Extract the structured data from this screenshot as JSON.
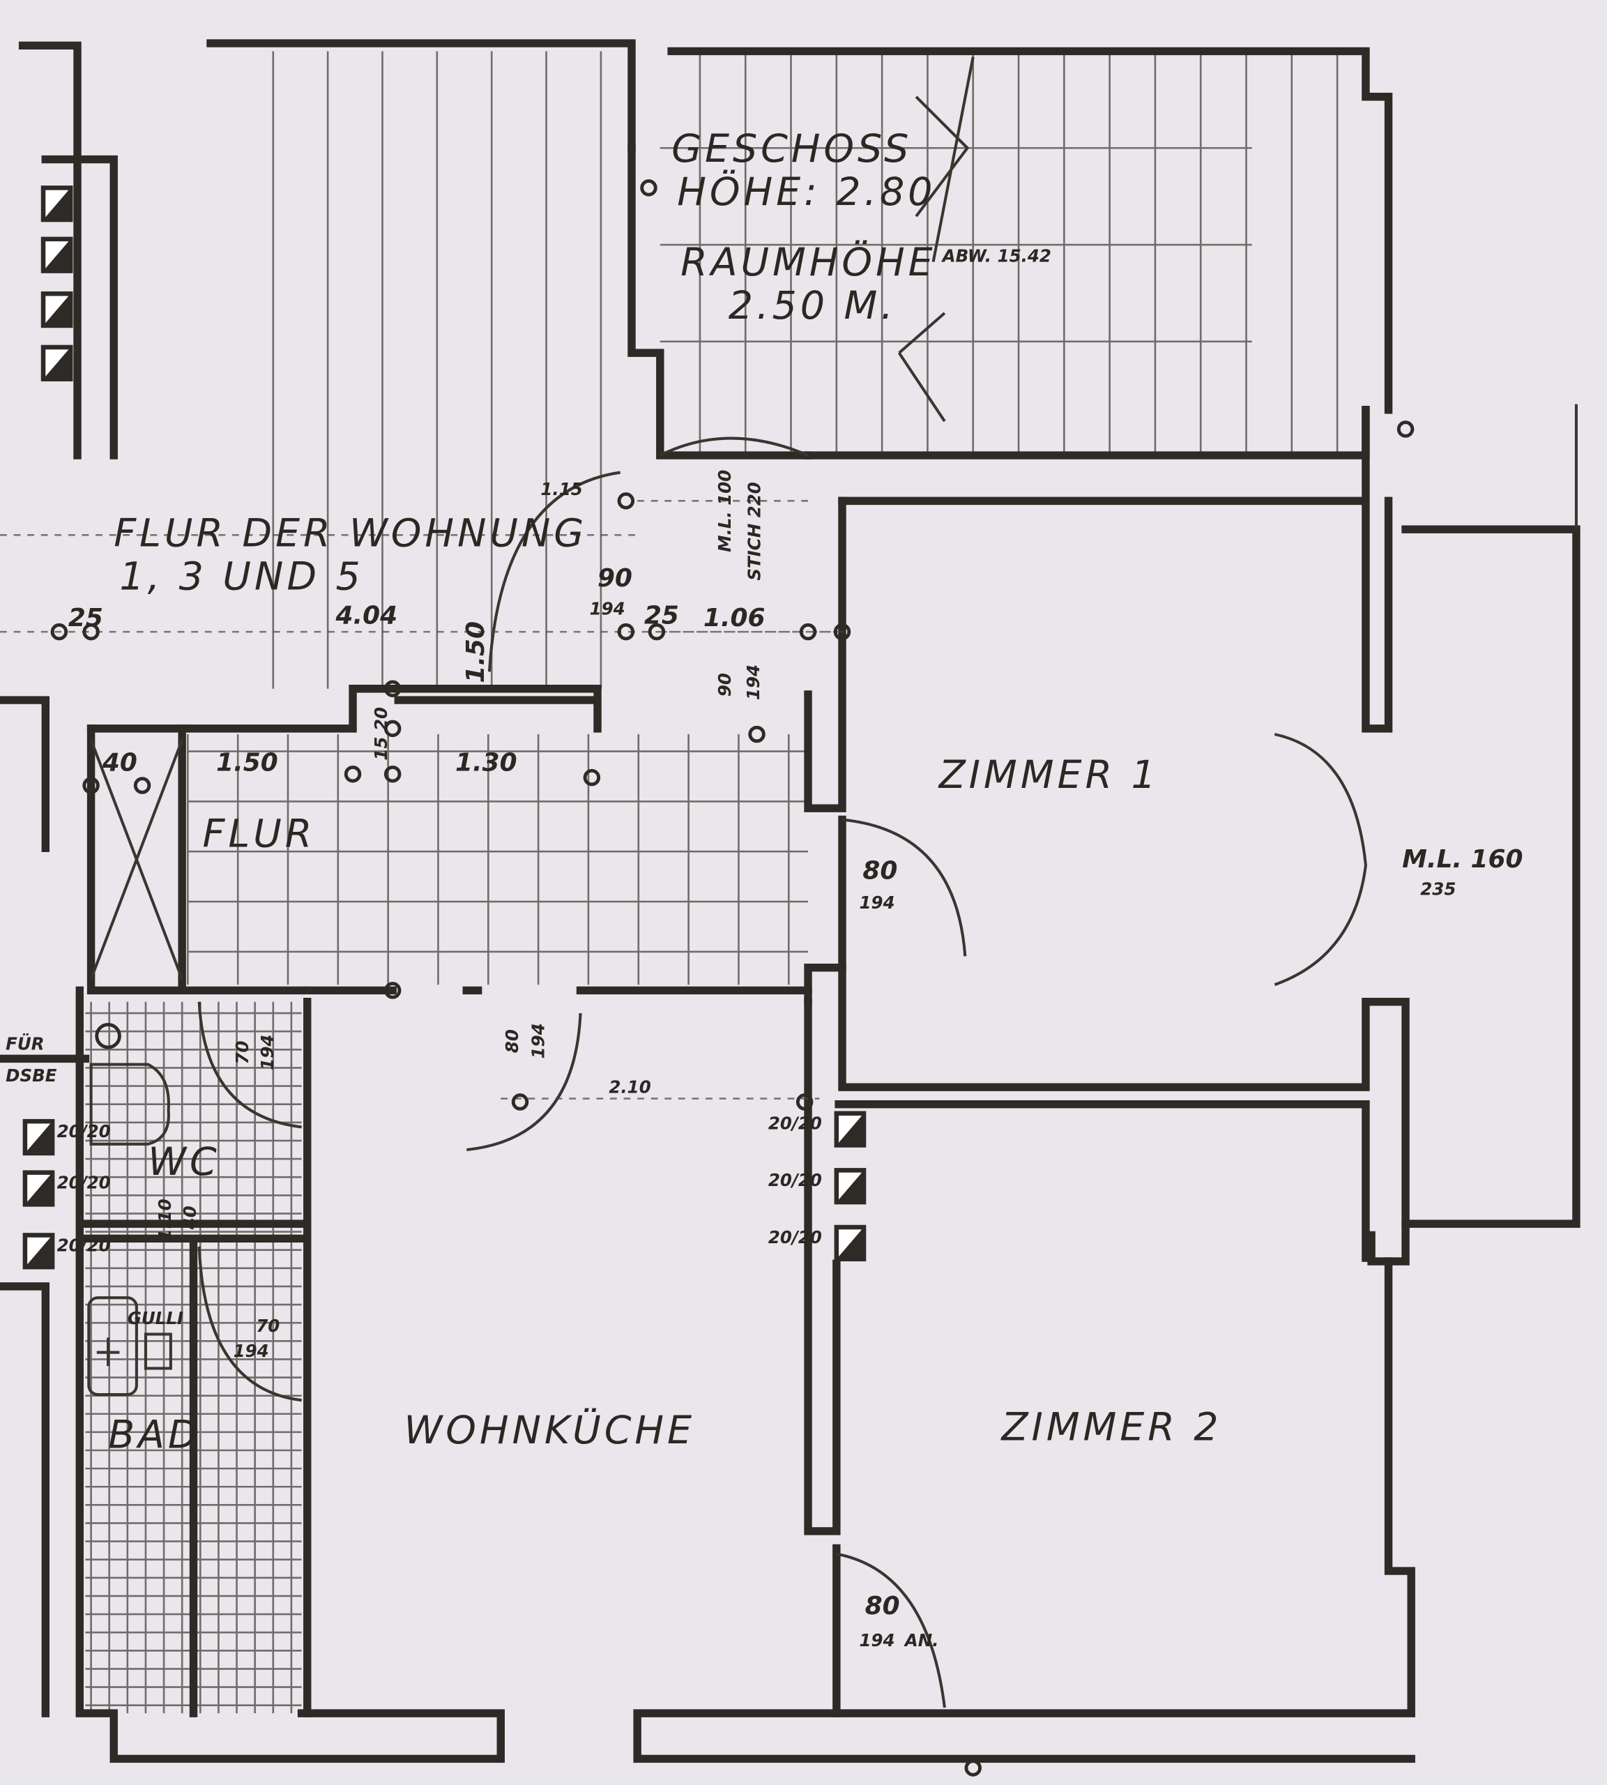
{
  "plan": {
    "stair": {
      "floor_height": [
        "GESCHOSS",
        "HÖHE: 2.80"
      ],
      "room_height": [
        "RAUMHÖHE",
        "2.50 M."
      ],
      "abw": "ABW. 15.42",
      "window_note": [
        "M.L. 100",
        "STICH 220"
      ]
    },
    "rooms": {
      "hall_shared": [
        "FLUR DER WOHNUNG",
        "1, 3 UND 5"
      ],
      "hall": "FLUR",
      "room1": "ZIMMER 1",
      "room2": "ZIMMER 2",
      "kitchen": "WOHNKÜCHE",
      "wc": "WC",
      "bath": "BAD",
      "drain": "GULLI",
      "flue_note": [
        "FÜR",
        "DSBE"
      ]
    },
    "dimensions": {
      "d25a": "25",
      "d404": "4.04",
      "d150v": "1.50",
      "d115": "1.15",
      "door90": [
        "90",
        "194"
      ],
      "d25b": "25",
      "d106": "1.06",
      "door90b": [
        "90",
        "194"
      ],
      "d40": "40",
      "d150": "1.50",
      "d130": "1.30",
      "d15_20": "15  20",
      "door80_r1": [
        "80",
        "194"
      ],
      "door80_k": [
        "80",
        "194"
      ],
      "d210": "2.10",
      "door70_wc": [
        "70",
        "194"
      ],
      "door70_bath": [
        "70",
        "194"
      ],
      "door80_r2": [
        "80",
        "194"
      ],
      "door80_r2_note": "AN.",
      "balcony_window": [
        "M.L. 160",
        "235"
      ],
      "flue": "20/20",
      "wc_dims": [
        "1.10",
        "40"
      ]
    }
  }
}
